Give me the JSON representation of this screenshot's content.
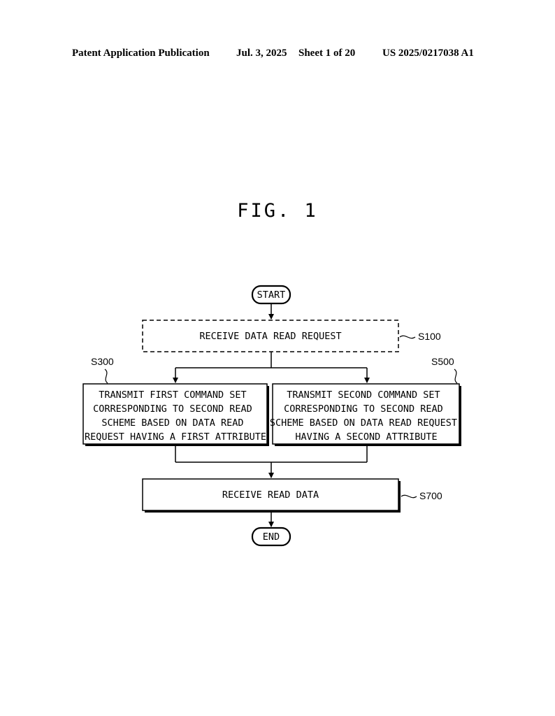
{
  "header": {
    "publication": "Patent Application Publication",
    "date": "Jul. 3, 2025",
    "sheet": "Sheet 1 of 20",
    "number": "US 2025/0217038 A1"
  },
  "figure": {
    "title": "FIG. 1"
  },
  "flowchart": {
    "start": "START",
    "end": "END",
    "s100": {
      "label": "S100",
      "text": "RECEIVE DATA READ REQUEST"
    },
    "s300": {
      "label": "S300",
      "lines": [
        "TRANSMIT FIRST COMMAND SET",
        "CORRESPONDING TO SECOND READ",
        "SCHEME BASED ON DATA READ",
        "REQUEST HAVING A FIRST ATTRIBUTE"
      ]
    },
    "s500": {
      "label": "S500",
      "lines": [
        "TRANSMIT SECOND COMMAND SET",
        "CORRESPONDING TO SECOND READ",
        "SCHEME BASED ON DATA READ REQUEST",
        "HAVING A SECOND ATTRIBUTE"
      ]
    },
    "s700": {
      "label": "S700",
      "text": "RECEIVE READ DATA"
    }
  }
}
